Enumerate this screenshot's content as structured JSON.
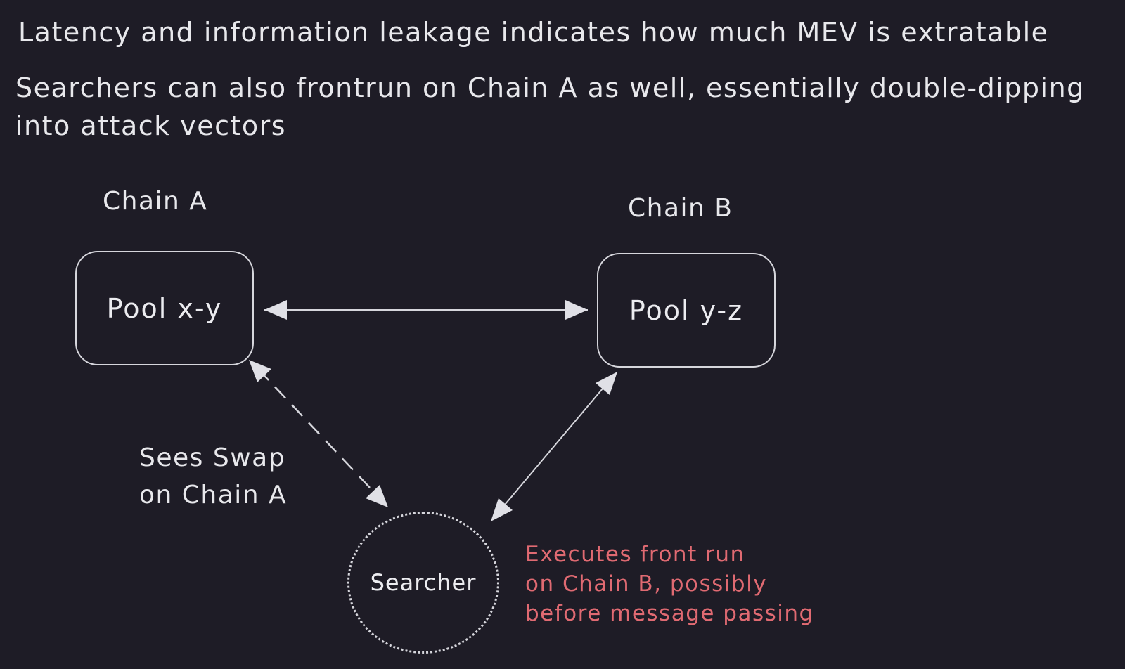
{
  "heading": "Latency and information leakage indicates how much MEV is extratable",
  "subheading": {
    "line1": "Searchers can also frontrun on Chain A as well, essentially double-dipping",
    "line2": "into attack vectors"
  },
  "chains": {
    "a": {
      "label": "Chain A",
      "pool": "Pool x-y"
    },
    "b": {
      "label": "Chain B",
      "pool": "Pool y-z"
    }
  },
  "searcher": {
    "label": "Searcher"
  },
  "annotations": {
    "sees_swap": {
      "line1": "Sees Swap",
      "line2": "on Chain A"
    },
    "executes": {
      "line1": "Executes front run",
      "line2": "on Chain B, possibly",
      "line3": "before message passing",
      "color": "#e06a72"
    }
  },
  "colors": {
    "background": "#1e1c26",
    "stroke": "#d6d6dc",
    "text": "#e8e8ec",
    "accent_text": "#e06a72"
  }
}
